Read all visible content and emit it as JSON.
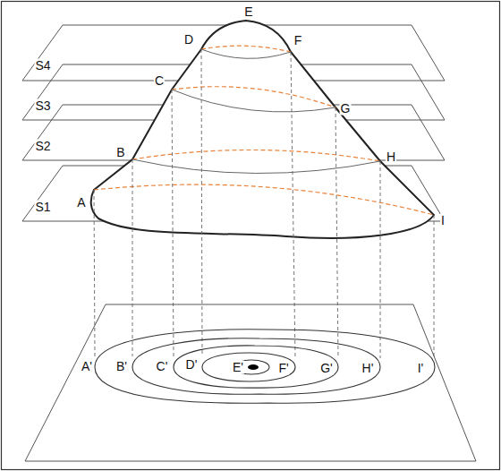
{
  "diagram": {
    "labels": [
      "E",
      "S4",
      "D",
      "F",
      "C",
      "S3",
      "G",
      "S2",
      "B",
      "H",
      "A",
      "I",
      "S1",
      "A'",
      "B'",
      "C'",
      "D'",
      "E'",
      "F'",
      "G'",
      "H'",
      "I'"
    ]
  }
}
